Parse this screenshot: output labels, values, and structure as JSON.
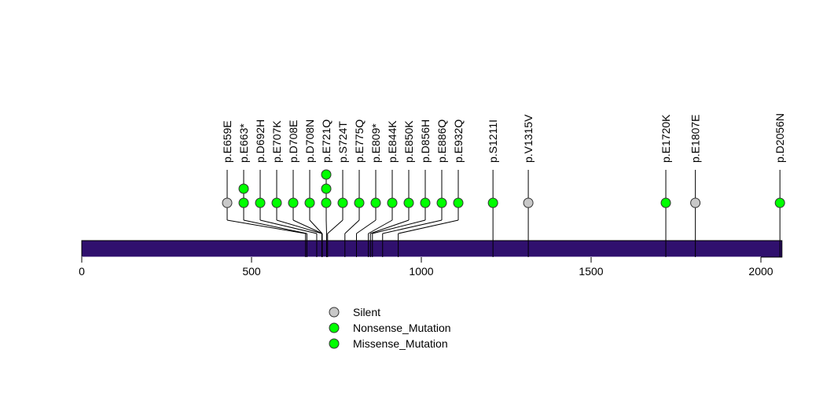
{
  "chart_data": {
    "type": "lollipop",
    "protein_length": 2062,
    "x_ticks": [
      0,
      500,
      1000,
      1500,
      2000
    ],
    "x_tick_labels": [
      "0",
      "500",
      "1000",
      "1500",
      "2000"
    ],
    "colors": {
      "Silent": "#c8c8c8",
      "Nonsense_Mutation": "#00ff00",
      "Missense_Mutation": "#00ff00",
      "bar": "#30106e"
    },
    "mutations": [
      {
        "label": "p.E659E",
        "pos": 659,
        "count": 1,
        "type": "Silent"
      },
      {
        "label": "p.E663*",
        "pos": 663,
        "count": 2,
        "type": "Nonsense_Mutation"
      },
      {
        "label": "p.D692H",
        "pos": 692,
        "count": 1,
        "type": "Missense_Mutation"
      },
      {
        "label": "p.E707K",
        "pos": 707,
        "count": 1,
        "type": "Missense_Mutation"
      },
      {
        "label": "p.D708E",
        "pos": 708,
        "count": 1,
        "type": "Missense_Mutation"
      },
      {
        "label": "p.D708N",
        "pos": 708,
        "count": 1,
        "type": "Missense_Mutation"
      },
      {
        "label": "p.E721Q",
        "pos": 721,
        "count": 3,
        "type": "Missense_Mutation"
      },
      {
        "label": "p.S724T",
        "pos": 724,
        "count": 1,
        "type": "Missense_Mutation"
      },
      {
        "label": "p.E775Q",
        "pos": 775,
        "count": 1,
        "type": "Missense_Mutation"
      },
      {
        "label": "p.E809*",
        "pos": 809,
        "count": 1,
        "type": "Nonsense_Mutation"
      },
      {
        "label": "p.E844K",
        "pos": 844,
        "count": 1,
        "type": "Missense_Mutation"
      },
      {
        "label": "p.E850K",
        "pos": 850,
        "count": 1,
        "type": "Missense_Mutation"
      },
      {
        "label": "p.D856H",
        "pos": 856,
        "count": 1,
        "type": "Missense_Mutation"
      },
      {
        "label": "p.E886Q",
        "pos": 886,
        "count": 1,
        "type": "Missense_Mutation"
      },
      {
        "label": "p.E932Q",
        "pos": 932,
        "count": 1,
        "type": "Missense_Mutation"
      },
      {
        "label": "p.S1211I",
        "pos": 1211,
        "count": 1,
        "type": "Missense_Mutation"
      },
      {
        "label": "p.V1315V",
        "pos": 1315,
        "count": 1,
        "type": "Silent"
      },
      {
        "label": "p.E1720K",
        "pos": 1720,
        "count": 1,
        "type": "Missense_Mutation"
      },
      {
        "label": "p.E1807E",
        "pos": 1807,
        "count": 1,
        "type": "Silent"
      },
      {
        "label": "p.D2056N",
        "pos": 2056,
        "count": 1,
        "type": "Missense_Mutation"
      }
    ],
    "legend": {
      "placement": "bottom-center",
      "entries": [
        "Silent",
        "Nonsense_Mutation",
        "Missense_Mutation"
      ]
    }
  }
}
